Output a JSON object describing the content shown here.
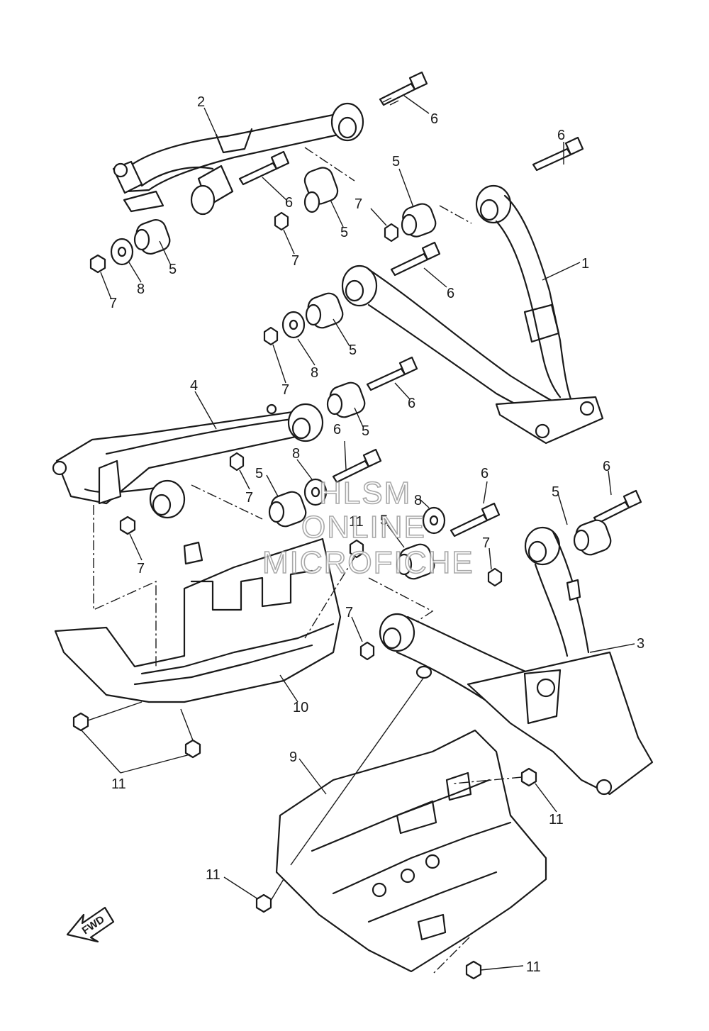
{
  "callouts": {
    "c1": "1",
    "c2": "2",
    "c3": "3",
    "c4": "4",
    "c5a": "5",
    "c5b": "5",
    "c5c": "5",
    "c5d": "5",
    "c5e": "5",
    "c5f": "5",
    "c5g": "5",
    "c5h": "5",
    "c6a": "6",
    "c6b": "6",
    "c6c": "6",
    "c6d": "6",
    "c6e": "6",
    "c6f": "6",
    "c6g": "6",
    "c6h": "6",
    "c7a": "7",
    "c7b": "7",
    "c7c": "7",
    "c7d": "7",
    "c7e": "7",
    "c7f": "7",
    "c7g": "7",
    "c8a": "8",
    "c8b": "8",
    "c8c": "8",
    "c8d": "8",
    "c9": "9",
    "c10": "10",
    "c11a": "11",
    "c11b": "11",
    "c11c": "11",
    "c11d": "11",
    "c11e": "11"
  },
  "direction_arrow": {
    "label": "FWD"
  },
  "watermark": {
    "line1": "HLSM",
    "line2": "ONLINE",
    "line3": "MICROFICHE"
  }
}
